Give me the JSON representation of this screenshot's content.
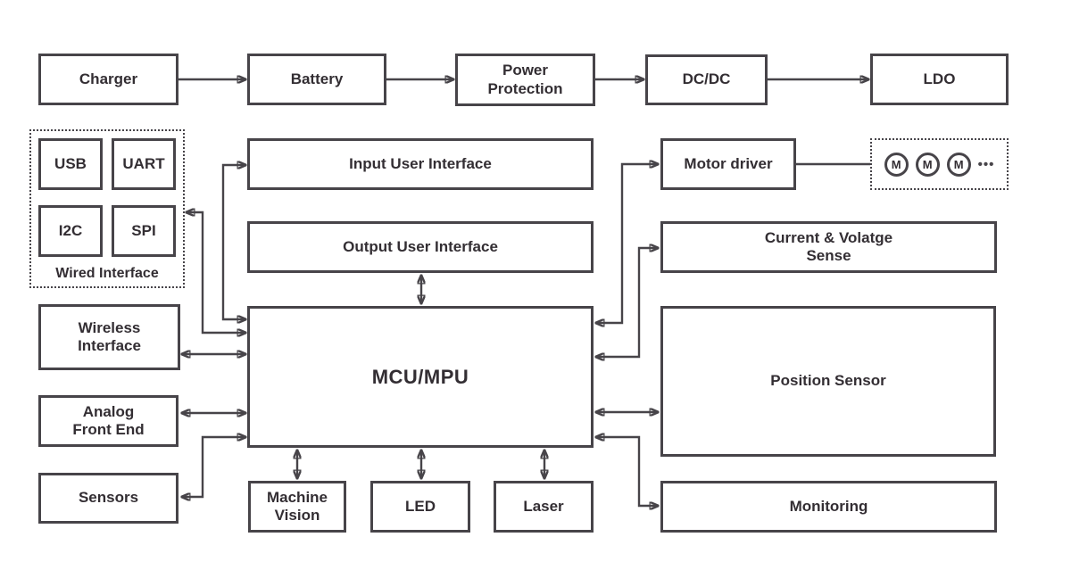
{
  "diagram": {
    "type": "system-block-diagram",
    "colors": {
      "line": "#474449",
      "text": "#332e33",
      "background": "#ffffff"
    }
  },
  "blocks": {
    "charger": {
      "label": "Charger"
    },
    "battery": {
      "label": "Battery"
    },
    "power_protection": {
      "label": "Power\nProtection"
    },
    "dcdc": {
      "label": "DC/DC"
    },
    "ldo": {
      "label": "LDO"
    },
    "usb": {
      "label": "USB"
    },
    "uart": {
      "label": "UART"
    },
    "i2c": {
      "label": "I2C"
    },
    "spi": {
      "label": "SPI"
    },
    "wired_interface": {
      "label": "Wired Interface"
    },
    "input_ui": {
      "label": "Input User Interface"
    },
    "output_ui": {
      "label": "Output User Interface"
    },
    "mcu": {
      "label": "MCU/MPU"
    },
    "wireless": {
      "label": "Wireless\nInterface"
    },
    "afe": {
      "label": "Analog\nFront End"
    },
    "sensors": {
      "label": "Sensors"
    },
    "machine_vision": {
      "label": "Machine\nVision"
    },
    "led": {
      "label": "LED"
    },
    "laser": {
      "label": "Laser"
    },
    "motor_driver": {
      "label": "Motor driver"
    },
    "cv_sense": {
      "label": "Current & Volatge\nSense"
    },
    "position_sensor": {
      "label": "Position Sensor"
    },
    "monitoring": {
      "label": "Monitoring"
    }
  },
  "motors": {
    "items": [
      "M",
      "M",
      "M"
    ],
    "ellipsis": "•••"
  },
  "connections": [
    {
      "from": "Charger",
      "to": "Battery",
      "type": "arrow"
    },
    {
      "from": "Battery",
      "to": "Power Protection",
      "type": "arrow"
    },
    {
      "from": "Power Protection",
      "to": "DC/DC",
      "type": "arrow"
    },
    {
      "from": "DC/DC",
      "to": "LDO",
      "type": "arrow"
    },
    {
      "from": "MCU/MPU",
      "to": "Input User Interface",
      "type": "double-arrow"
    },
    {
      "from": "MCU/MPU",
      "to": "Wired Interface",
      "type": "double-arrow"
    },
    {
      "from": "MCU/MPU",
      "to": "Wireless Interface",
      "type": "double-arrow"
    },
    {
      "from": "MCU/MPU",
      "to": "Analog Front End",
      "type": "double-arrow"
    },
    {
      "from": "MCU/MPU",
      "to": "Sensors",
      "type": "double-arrow"
    },
    {
      "from": "MCU/MPU",
      "to": "Output User Interface",
      "type": "double-arrow"
    },
    {
      "from": "MCU/MPU",
      "to": "Machine Vision",
      "type": "double-arrow"
    },
    {
      "from": "MCU/MPU",
      "to": "LED",
      "type": "double-arrow"
    },
    {
      "from": "MCU/MPU",
      "to": "Laser",
      "type": "double-arrow"
    },
    {
      "from": "MCU/MPU",
      "to": "Motor driver",
      "type": "double-arrow"
    },
    {
      "from": "MCU/MPU",
      "to": "Current & Volatge Sense",
      "type": "double-arrow"
    },
    {
      "from": "MCU/MPU",
      "to": "Position Sensor",
      "type": "double-arrow"
    },
    {
      "from": "MCU/MPU",
      "to": "Monitoring",
      "type": "double-arrow"
    },
    {
      "from": "Motor driver",
      "to": "Motors",
      "type": "line"
    }
  ]
}
